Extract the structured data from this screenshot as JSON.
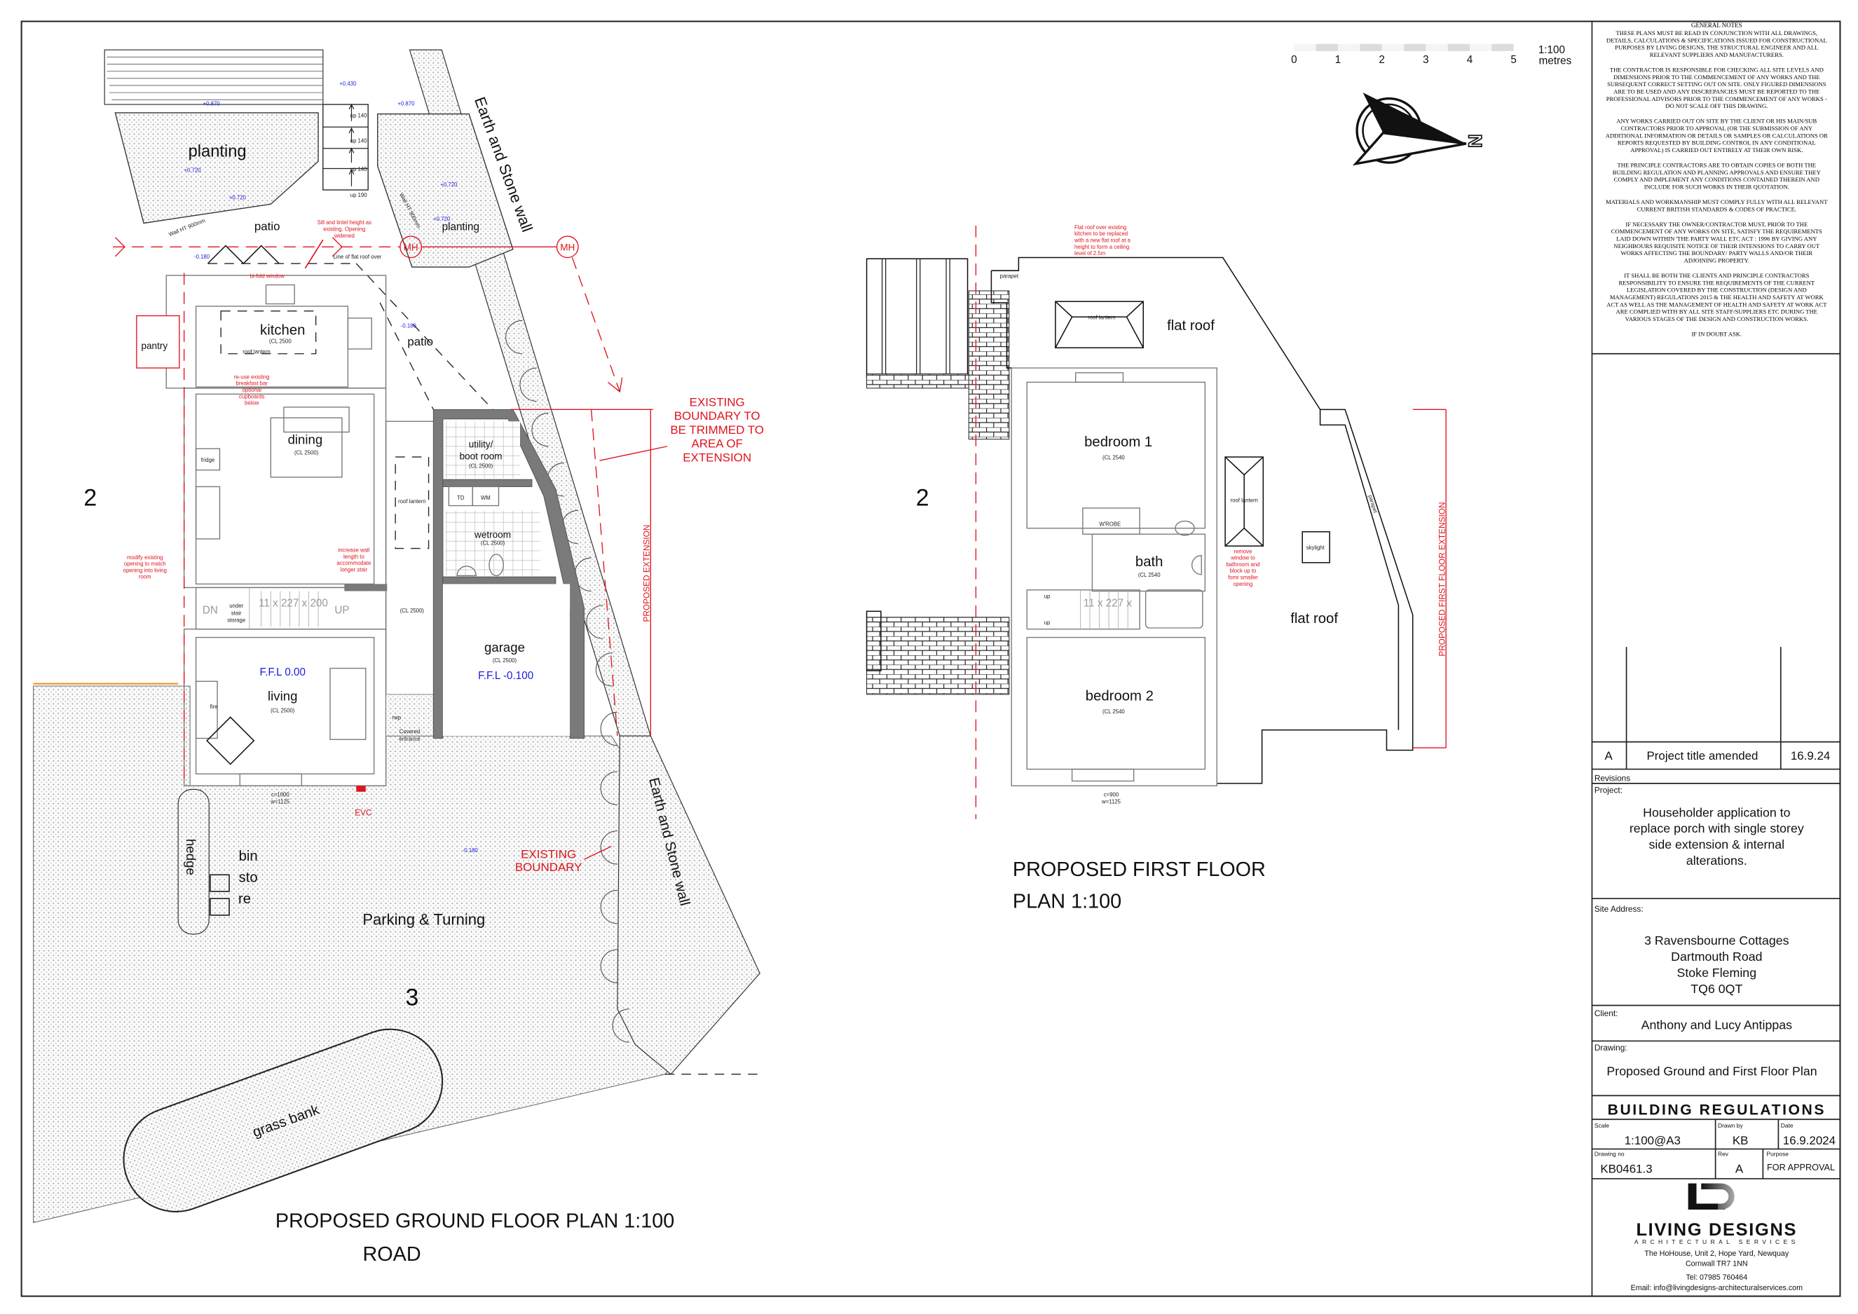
{
  "notes": {
    "heading": "GENERAL NOTES",
    "paragraphs": [
      [
        "THESE PLANS MUST BE READ IN CONJUNCTION WITH ALL DRAWINGS,",
        "DETAILS, CALCULATIONS & SPECIFICATIONS ISSUED FOR CONSTRUCTIONAL",
        "PURPOSES BY LIVING DESIGNS, THE STRUCTURAL ENGINEER AND ALL",
        "RELEVANT SUPPLIERS AND MANUFACTURERS."
      ],
      [
        "THE CONTRACTOR IS RESPONSIBLE FOR CHECKING ALL SITE LEVELS AND",
        "DIMENSIONS PRIOR TO THE COMMENCEMENT OF ANY WORKS AND THE",
        "SUBSEQUENT CORRECT SETTING OUT ON SITE. ONLY FIGURED DIMENSIONS",
        "ARE TO BE USED AND ANY DISCREPANCIES MUST BE REPORTED TO THE",
        "PROFESSIONAL ADVISORS PRIOR TO THE COMMENCEMENT OF ANY WORKS -",
        "DO NOT SCALE OFF THIS DRAWING."
      ],
      [
        "ANY WORKS CARRIED OUT ON SITE BY THE CLIENT OR HIS MAIN/SUB",
        "CONTRACTORS PRIOR TO APPROVAL (OR THE SUBMISSION OF ANY",
        "ADDITIONAL INFORMATION OR DETAILS OR SAMPLES OR CALCULATIONS OR",
        "REPORTS REQUESTED BY BUILDING CONTROL IN ANY CONDITIONAL",
        "APPROVAL) IS CARRIED OUT ENTIRELY AT THEIR OWN RISK."
      ],
      [
        "THE PRINCIPLE CONTRACTORS ARE TO OBTAIN COPIES OF BOTH THE",
        "BUILDING REGULATION AND PLANNING APPROVALS AND ENSURE THEY",
        "COMPLY AND IMPLEMENT ANY CONDITIONS CONTAINED THEREIN AND",
        "INCLUDE FOR SUCH WORKS IN THEIR QUOTATION."
      ],
      [
        "MATERIALS AND WORKMANSHIP MUST COMPLY FULLY WITH ALL RELEVANT",
        "CURRENT BRITISH STANDARDS & CODES OF PRACTICE."
      ],
      [
        "IF NECESSARY THE OWNER/CONTRACTOR MUST, PRIOR TO THE",
        "COMMENCEMENT OF ANY WORKS ON SITE, SATISFY THE REQUIREMENTS",
        "LAID DOWN WITHIN 'THE PARTY WALL ETC ACT : 1996 BY GIVING ANY",
        "NEIGHBOURS REQUISITE NOTICE OF THEIR INTENSIONS TO CARRY OUT",
        "WORKS AFFECTING THE BOUNDARY/ PARTY WALLS AND/OR THEIR",
        "ADJOINING PROPERTY."
      ],
      [
        "IT SHALL BE BOTH THE CLIENTS AND PRINCIPLE CONTRACTORS",
        "RESPONSIBILITY TO ENSURE THE REQUIREMENTS OF THE CURRENT",
        "LEGISLATION COVERED BY THE CONSTRUCTION (DESIGN AND",
        "MANAGEMENT) REGULATIONS 2015 & THE HEALTH AND SAFETY AT WORK",
        "ACT AS WELL AS THE MANAGEMENT OF HEALTH AND SAFETY AT WORK ACT",
        "ARE COMPLIED WITH BY ALL SITE STAFF/SUPPLIERS ETC DURING THE",
        "VARIOUS STAGES OF THE DESIGN AND CONSTRUCTION WORKS."
      ],
      [
        "IF IN DOUBT ASK."
      ]
    ]
  },
  "title_block": {
    "revision": {
      "rev": "A",
      "description": "Project title amended",
      "date": "16.9.24"
    },
    "revisions_label": "Revisions",
    "project_label": "Project:",
    "project": [
      "Householder application to",
      "replace porch with single storey",
      "side extension & internal",
      "alterations."
    ],
    "site_address_label": "Site Address:",
    "site_address": [
      "3 Ravensbourne Cottages",
      "Dartmouth Road",
      "Stoke Fleming",
      "TQ6 0QT"
    ],
    "client_label": "Client:",
    "client": "Anthony and Lucy Antippas",
    "drawing_label": "Drawing:",
    "drawing": "Proposed Ground and First Floor Plan",
    "stage": "BUILDING REGULATIONS",
    "scale_label": "Scale",
    "scale": "1:100@A3",
    "drawn_by_label": "Drawn by",
    "drawn_by": "KB",
    "date_label": "Date",
    "date": "16.9.2024",
    "drawing_no_label": "Drawing no",
    "drawing_no": "KB0461.3",
    "rev_label": "Rev",
    "rev": "A",
    "purpose_label": "Purpose",
    "purpose": "FOR APPROVAL",
    "company": {
      "logo_letters": "LD",
      "name": "LIVING DESIGNS",
      "tagline": "ARCHITECTURAL SERVICES",
      "address": [
        "The HoHouse, Unit 2, Hope Yard, Newquay",
        "Cornwall TR7 1NN"
      ],
      "tel": "Tel: 07985 760464",
      "email": "Email: info@livingdesigns-architecturalservices.com"
    }
  },
  "scale_bar": {
    "ticks": [
      "0",
      "1",
      "2",
      "3",
      "4",
      "5"
    ],
    "ratio": "1:100",
    "unit": "metres"
  },
  "north_label": "N",
  "ground_floor": {
    "title": "PROPOSED GROUND FLOOR PLAN 1:100",
    "road_label": "ROAD",
    "rooms": {
      "planting_1": "planting",
      "planting_2": "planting",
      "patio_1": "patio",
      "patio_2": "patio",
      "kitchen": "kitchen",
      "kitchen_cl": "(CL 2500",
      "pantry": "pantry",
      "dining": "dining",
      "dining_cl": "(CL 2500)",
      "utility": "utility/",
      "utility_2": "boot room",
      "utility_cl": "(CL 2500)",
      "wetroom": "wetroom",
      "wetroom_cl": "(CL 2500)",
      "hall_cl": "(CL 2500)",
      "garage": "garage",
      "garage_cl": "(CL 2500)",
      "garage_ffl": "F.F.L -0.100",
      "living": "living",
      "living_cl": "(CL 2500)",
      "living_ffl": "F.F.L 0.00",
      "plot_left": "2",
      "plot_bottom": "3",
      "hedge": "hedge",
      "bin_store": [
        "bin",
        "sto",
        "re"
      ],
      "parking": "Parking & Turning",
      "grass_bank": "grass bank",
      "wall_top": "Earth and Stone wall",
      "wall_bottom": "Earth and Stone wall"
    },
    "labels": {
      "steps": [
        "up 140",
        "up 140",
        "up 140",
        "up 190"
      ],
      "wall_ht_1": "Wall HT 900mm",
      "wall_ht_2": "Wall HT 900mm",
      "flat_roof_line": "Line of flat roof over",
      "roof_lantern_1": "roof lantern",
      "roof_lantern_2": "roof lantern",
      "fridge": "fridge",
      "fire": "fire",
      "td": "TD",
      "wm": "WM",
      "dn": "DN",
      "up": "UP",
      "stair": "11 x 227 x 200",
      "under_stair": [
        "under",
        "stair",
        "storage"
      ],
      "rwp": "rwp",
      "covered_entrance": [
        "Covered",
        "entrance"
      ],
      "window": [
        "c=1000",
        "w=1125"
      ],
      "mh": "MH"
    },
    "levels": {
      "l1": "+0.430",
      "l2": "+0.870",
      "l3": "+0.870",
      "l4": "+0.720",
      "l5": "+0.720",
      "l6": "+0.720",
      "l7": "+0.720",
      "l8": "-0.180",
      "l9": "-0.180",
      "l10": "-0.180"
    },
    "red_notes": {
      "sill": [
        "Sill and lintel height as",
        "existing. Opening",
        "widened"
      ],
      "bifold": "bi-fold window",
      "breakfast": [
        "re-use existing",
        "breakfast bar",
        "optional",
        "cupboards",
        "below"
      ],
      "modify": [
        "modify existing",
        "opening to match",
        "opening into living",
        "room"
      ],
      "increase": [
        "increase wall",
        "length to",
        "accommodate",
        "longer stair"
      ],
      "evc": "EVC",
      "boundary_trim": [
        "EXISTING",
        "BOUNDARY TO",
        "BE TRIMMED TO",
        "AREA OF",
        "EXTENSION"
      ],
      "boundary": [
        "EXISTING",
        "BOUNDARY"
      ],
      "extension": "PROPOSED EXTENSION"
    }
  },
  "first_floor": {
    "title": [
      "PROPOSED FIRST FLOOR",
      "PLAN 1:100"
    ],
    "rooms": {
      "flat_roof_1": "flat roof",
      "flat_roof_2": "flat roof",
      "bedroom1": "bedroom 1",
      "bedroom1_cl": "(CL 2540",
      "bath": "bath",
      "bath_cl": "(CL 2540",
      "bedroom2": "bedroom 2",
      "bedroom2_cl": "(CL 2540",
      "plot": "2"
    },
    "labels": {
      "parapet_1": "parapet",
      "parapet_2": "parapet",
      "roof_lantern_1": "roof lantern",
      "roof_lantern_2": "roof lantern",
      "skylight": "skylight",
      "wardrobe": "W'ROBE",
      "stair": "11 x 227 x",
      "up": "up",
      "window": [
        "c=900",
        "w=1125"
      ]
    },
    "red_notes": {
      "flat_roof": [
        "Flat roof over existing",
        "kitchen to be replaced",
        "with a new flat roof at a",
        "height to form a ceiling",
        "level of 2.5m"
      ],
      "remove_window": [
        "remove",
        "window to",
        "bathroom and",
        "block up to",
        "fomr smaller",
        "opening"
      ],
      "extension": "PROPOSED FIRST FLOOR EXTENSION"
    }
  }
}
